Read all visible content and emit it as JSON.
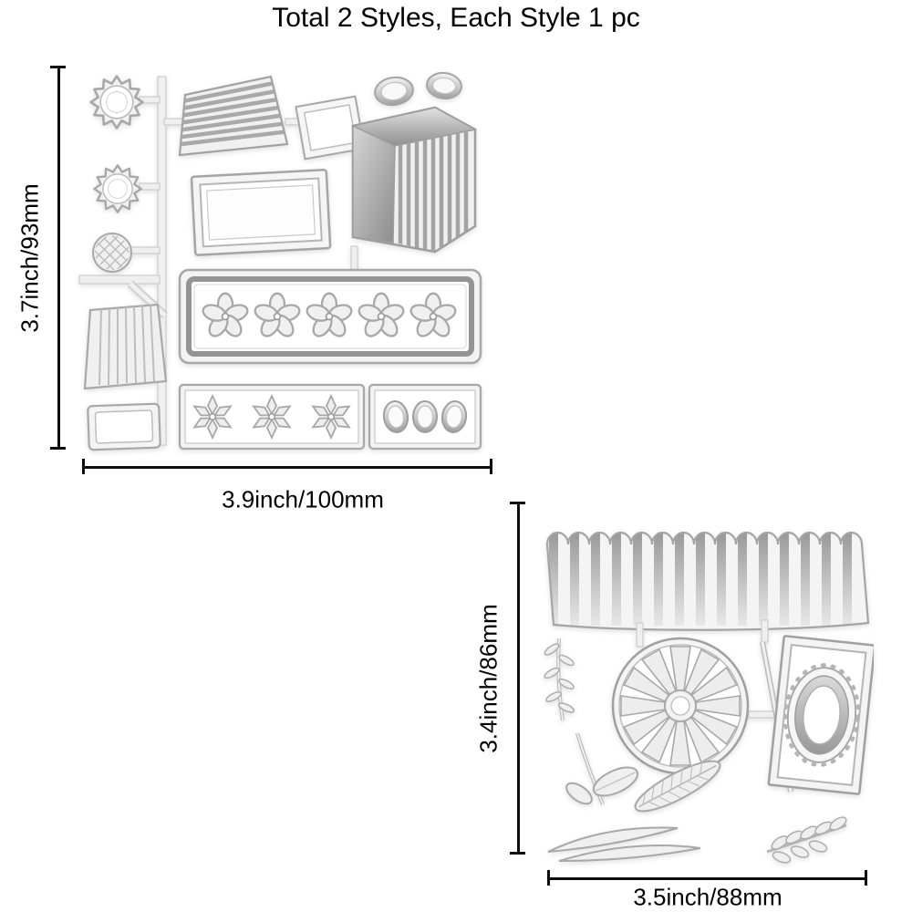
{
  "title": "Total 2 Styles, Each Style 1 pc",
  "style1": {
    "height_label": "3.7inch/93mm",
    "width_label": "3.9inch/100mm"
  },
  "style2": {
    "height_label": "3.4inch/86mm",
    "width_label": "3.5inch/88mm"
  },
  "colors": {
    "dimension_line": "#0c0c0c",
    "die_fill": "#f2f2f2",
    "die_stroke": "#a8a8a8",
    "metal_dark": "#909090",
    "background": "#ffffff"
  }
}
